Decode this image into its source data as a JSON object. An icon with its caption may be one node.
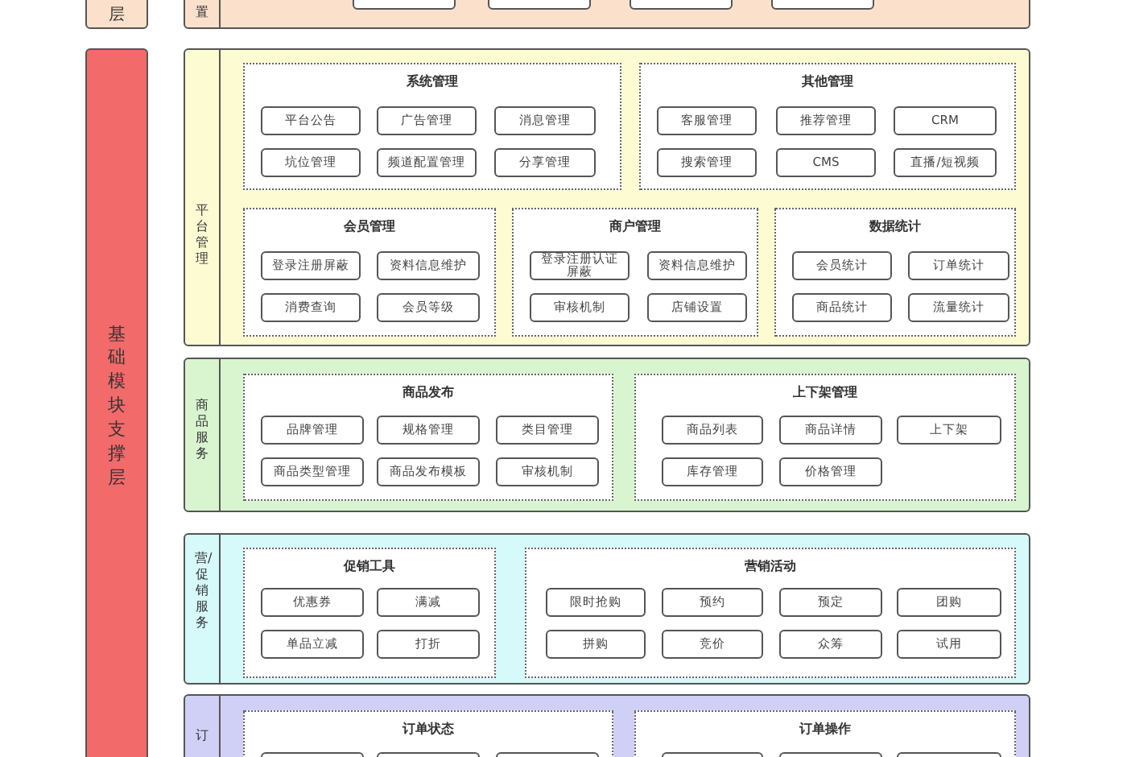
{
  "diagram": {
    "nodes": [
      {
        "text": [
          "层"
        ]
      },
      {
        "text": [
          "置"
        ]
      },
      {
        "text": [],
        "shape": "box",
        "in": 1
      },
      {
        "text": [],
        "shape": "box",
        "in": 1
      },
      {
        "text": [],
        "shape": "box",
        "in": 1
      },
      {
        "text": [],
        "shape": "box",
        "in": 1
      },
      {
        "text": [
          "基础模块支撑层"
        ]
      },
      {
        "text": [
          "平台管理"
        ]
      },
      {
        "text": [
          "系统管理"
        ],
        "in": 7
      },
      {
        "text": [
          "平台公告"
        ],
        "in": 8
      },
      {
        "text": [
          "广告管理"
        ],
        "in": 8
      },
      {
        "text": [
          "消息管理"
        ],
        "in": 8
      },
      {
        "text": [
          "坑位管理"
        ],
        "in": 8
      },
      {
        "text": [
          "频道配置管理"
        ],
        "in": 8
      },
      {
        "text": [
          "分享管理"
        ],
        "in": 8
      },
      {
        "text": [
          "其他管理"
        ],
        "in": 7
      },
      {
        "text": [
          "客服管理"
        ],
        "in": 15
      },
      {
        "text": [
          "推荐管理"
        ],
        "in": 15
      },
      {
        "text": [
          "CRM"
        ],
        "in": 15
      },
      {
        "text": [
          "搜索管理"
        ],
        "in": 15
      },
      {
        "text": [
          "CMS"
        ],
        "in": 15
      },
      {
        "text": [
          "直播/短视频"
        ],
        "in": 15
      },
      {
        "text": [
          "会员管理"
        ],
        "in": 7
      },
      {
        "text": [
          "登录注册屏蔽"
        ],
        "in": 22
      },
      {
        "text": [
          "资料信息维护"
        ],
        "in": 22
      },
      {
        "text": [
          "消费查询"
        ],
        "in": 22
      },
      {
        "text": [
          "会员等级"
        ],
        "in": 22
      },
      {
        "text": [
          "商户管理"
        ],
        "in": 7
      },
      {
        "text": [
          "登录注册认证屏蔽"
        ],
        "in": 27
      },
      {
        "text": [
          "资料信息维护"
        ],
        "in": 27
      },
      {
        "text": [
          "审核机制"
        ],
        "in": 27
      },
      {
        "text": [
          "店铺设置"
        ],
        "in": 27
      },
      {
        "text": [
          "数据统计"
        ],
        "in": 7
      },
      {
        "text": [
          "会员统计"
        ],
        "in": 32
      },
      {
        "text": [
          "订单统计"
        ],
        "in": 32
      },
      {
        "text": [
          "商品统计"
        ],
        "in": 32
      },
      {
        "text": [
          "流量统计"
        ],
        "in": 32
      },
      {
        "text": [
          "商品服务"
        ]
      },
      {
        "text": [
          "商品发布"
        ],
        "in": 37
      },
      {
        "text": [
          "品牌管理"
        ],
        "in": 38
      },
      {
        "text": [
          "规格管理"
        ],
        "in": 38
      },
      {
        "text": [
          "类目管理"
        ],
        "in": 38
      },
      {
        "text": [
          "商品类型管理"
        ],
        "in": 38
      },
      {
        "text": [
          "商品发布模板"
        ],
        "in": 38
      },
      {
        "text": [
          "审核机制"
        ],
        "in": 38
      },
      {
        "text": [
          "上下架管理"
        ],
        "in": 37
      },
      {
        "text": [
          "商品列表"
        ],
        "in": 45
      },
      {
        "text": [
          "商品详情"
        ],
        "in": 45
      },
      {
        "text": [
          "上下架"
        ],
        "in": 45
      },
      {
        "text": [
          "库存管理"
        ],
        "in": 45
      },
      {
        "text": [
          "价格管理"
        ],
        "in": 45
      },
      {
        "text": [
          "营/促销服务"
        ]
      },
      {
        "text": [
          "促销工具"
        ],
        "in": 51
      },
      {
        "text": [
          "优惠券"
        ],
        "in": 52
      },
      {
        "text": [
          "满减"
        ],
        "in": 52
      },
      {
        "text": [
          "单品立减"
        ],
        "in": 52
      },
      {
        "text": [
          "打折"
        ],
        "in": 52
      },
      {
        "text": [
          "营销活动"
        ],
        "in": 51
      },
      {
        "text": [
          "限时抢购"
        ],
        "in": 57
      },
      {
        "text": [
          "预约"
        ],
        "in": 57
      },
      {
        "text": [
          "预定"
        ],
        "in": 57
      },
      {
        "text": [
          "团购"
        ],
        "in": 57
      },
      {
        "text": [
          "拼购"
        ],
        "in": 57
      },
      {
        "text": [
          "竞价"
        ],
        "in": 57
      },
      {
        "text": [
          "众筹"
        ],
        "in": 57
      },
      {
        "text": [
          "试用"
        ],
        "in": 57
      },
      {
        "text": [
          "订"
        ]
      },
      {
        "text": [
          "订单状态"
        ],
        "in": 66
      },
      {
        "text": [],
        "shape": "box",
        "in": 67
      },
      {
        "text": [],
        "shape": "box",
        "in": 67
      },
      {
        "text": [],
        "shape": "box",
        "in": 67
      },
      {
        "text": [
          "订单操作"
        ],
        "in": 66
      },
      {
        "text": [],
        "shape": "box",
        "in": 71
      },
      {
        "text": [],
        "shape": "box",
        "in": 71
      },
      {
        "text": [],
        "shape": "box",
        "in": 71
      }
    ]
  }
}
